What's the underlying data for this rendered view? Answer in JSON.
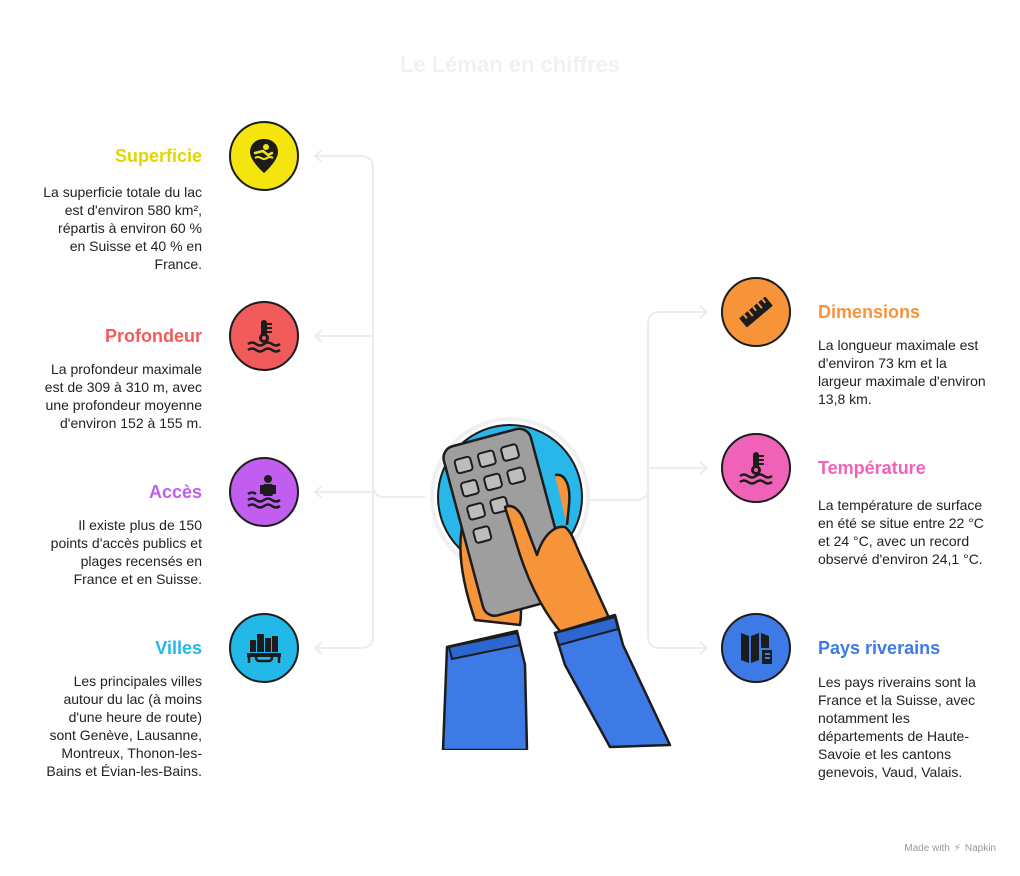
{
  "title": "Le Léman en chiffres",
  "items": {
    "superficie": {
      "heading": "Superficie",
      "text": "La superficie totale du lac est d'environ 580 km², répartis à environ 60 % en Suisse et 40 % en France.",
      "color": "#f5e50f",
      "icon": "swimmer-location-icon"
    },
    "profondeur": {
      "heading": "Profondeur",
      "text": "La profondeur maximale est de 309 à 310 m, avec une profondeur moyenne d'environ 152 à 155 m.",
      "color": "#f15b5b",
      "icon": "water-thermometer-icon"
    },
    "acces": {
      "heading": "Accès",
      "text": "Il existe plus de 150 points d'accès publics et plages recensés en France et en Suisse.",
      "color": "#c15ef0",
      "icon": "swimmer-icon"
    },
    "villes": {
      "heading": "Villes",
      "text": "Les principales villes autour du lac (à moins d'une heure de route) sont Genève, Lausanne, Montreux, Thonon-les-Bains et Évian-les-Bains.",
      "color": "#22b8e8",
      "icon": "city-bridge-icon"
    },
    "dimensions": {
      "heading": "Dimensions",
      "text": "La longueur maximale est d'environ 73 km et la largeur maximale d'environ 13,8 km.",
      "color": "#f7943a",
      "icon": "ruler-icon"
    },
    "temperature": {
      "heading": "Température",
      "text": "La température de surface en été se situe entre 22 °C et 24 °C, avec un record observé d'environ 24,1 °C.",
      "color": "#f062b8",
      "icon": "water-thermometer-icon"
    },
    "pays": {
      "heading": "Pays riverains",
      "text": "Les pays riverains sont la France et la Suisse, avec notamment les départements de Haute-Savoie et les cantons genevois, Vaud, Valais.",
      "color": "#3d7ae6",
      "icon": "map-flag-icon"
    }
  },
  "hero": {
    "icon": "hands-calculator-icon",
    "circle_color": "#29b6e8"
  },
  "credit": {
    "made_with": "Made with",
    "brand": "Napkin"
  }
}
